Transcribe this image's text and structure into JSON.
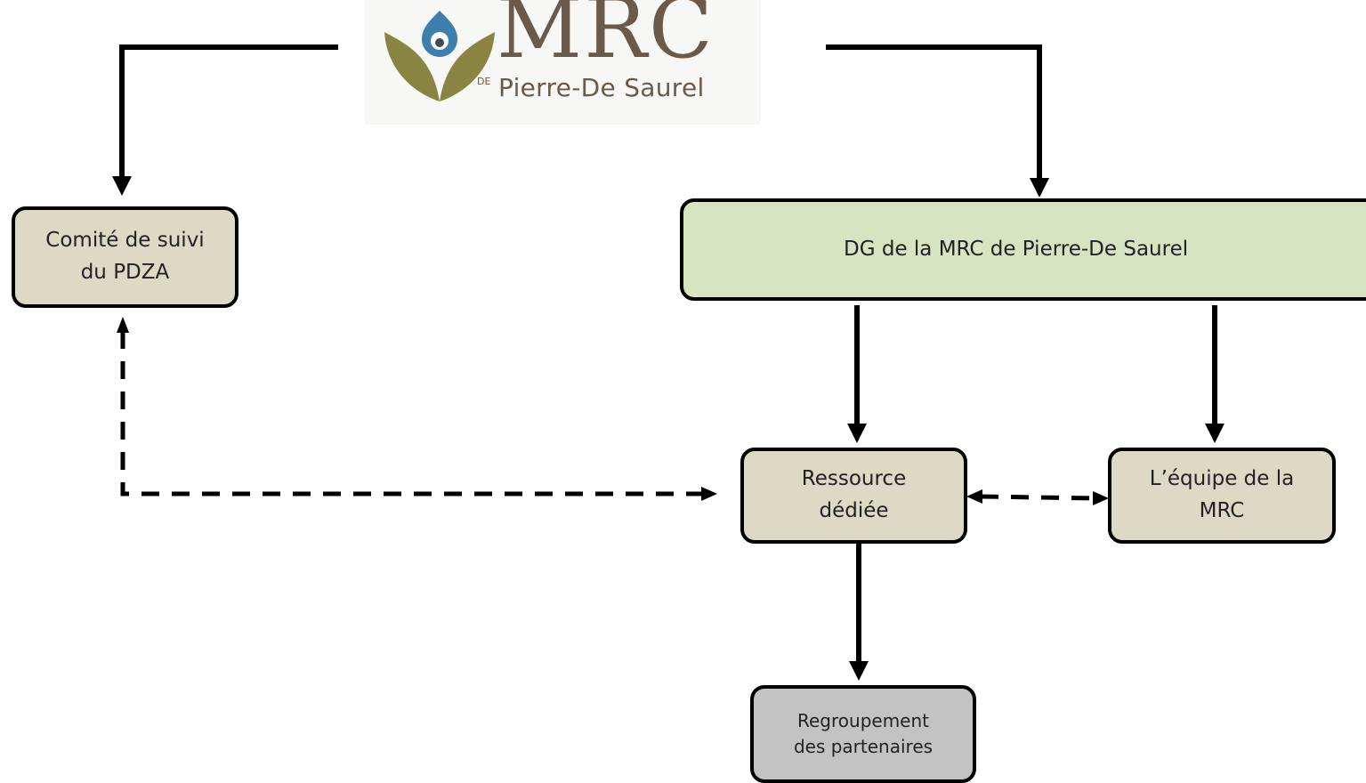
{
  "logo": {
    "mark_text": "MRC",
    "prefix_text": "DE",
    "name_text": "Pierre-De Saurel",
    "colors": {
      "heart": "#8a8442",
      "drop": "#3f7fb0",
      "text": "#6b5a4a"
    }
  },
  "nodes": {
    "comite": {
      "label": "Comité de suivi\ndu PDZA"
    },
    "dg": {
      "label": "DG de la MRC de Pierre-De Saurel"
    },
    "ressource": {
      "label": "Ressource\ndédiée"
    },
    "equipe": {
      "label": "L’équipe de la\nMRC"
    },
    "regroupement": {
      "label": "Regroupement\ndes partenaires"
    }
  },
  "edges": [
    {
      "from": "logo",
      "to": "comite",
      "style": "solid"
    },
    {
      "from": "logo",
      "to": "dg",
      "style": "solid"
    },
    {
      "from": "dg",
      "to": "ressource",
      "style": "solid"
    },
    {
      "from": "dg",
      "to": "equipe",
      "style": "solid"
    },
    {
      "from": "ressource",
      "to": "regroupement",
      "style": "solid"
    },
    {
      "from": "comite",
      "to": "ressource",
      "style": "dashed",
      "bidirectional": true
    },
    {
      "from": "ressource",
      "to": "equipe",
      "style": "dashed",
      "bidirectional": true
    }
  ],
  "colors": {
    "tan_box": "#ddd9c5",
    "green_box": "#d6e4c1",
    "grey_box": "#c3c3c3",
    "stroke": "#000000"
  }
}
